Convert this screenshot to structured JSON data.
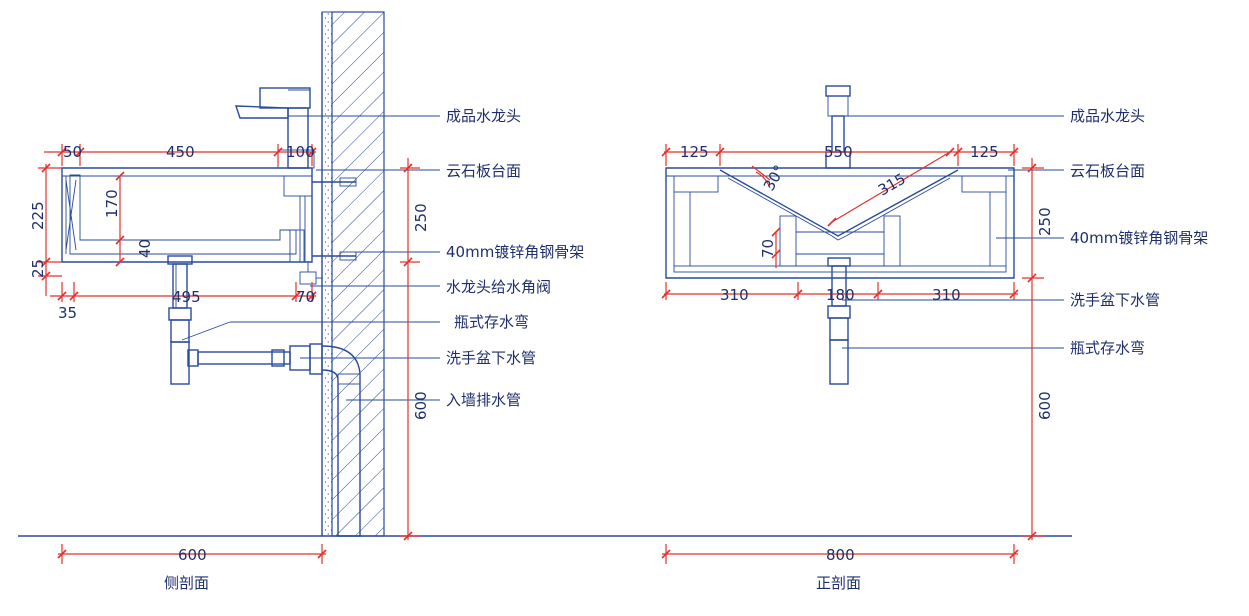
{
  "views": {
    "side": {
      "title": "侧剖面",
      "labels": {
        "faucet": "成品水龙头",
        "countertop": "云石板台面",
        "frame": "40mm镀锌角钢骨架",
        "angle_valve": "水龙头给水角阀",
        "bottle_trap": "瓶式存水弯",
        "drain_pipe": "洗手盆下水管",
        "wall_drain": "入墙排水管"
      },
      "dimensions": {
        "top_left": "50",
        "top_basin": "450",
        "top_right": "100",
        "height_total": "225",
        "height_base": "25",
        "basin_depth": "170",
        "basin_bottom": "40",
        "bottom_span": "495",
        "bottom_left": "35",
        "valve_offset": "70",
        "counter_height": "250",
        "floor_height": "600",
        "overall": "600"
      }
    },
    "front": {
      "title": "正剖面",
      "labels": {
        "faucet": "成品水龙头",
        "countertop": "云石板台面",
        "frame": "40mm镀锌角钢骨架",
        "drain_pipe": "洗手盆下水管",
        "bottle_trap": "瓶式存水弯"
      },
      "dimensions": {
        "top_left": "125",
        "top_mid": "550",
        "top_right": "125",
        "angle": "30°",
        "slope": "315",
        "inner_height": "70",
        "bottom_left": "310",
        "bottom_mid": "180",
        "bottom_right": "310",
        "counter_height": "250",
        "floor_height": "600",
        "overall": "800"
      }
    }
  }
}
